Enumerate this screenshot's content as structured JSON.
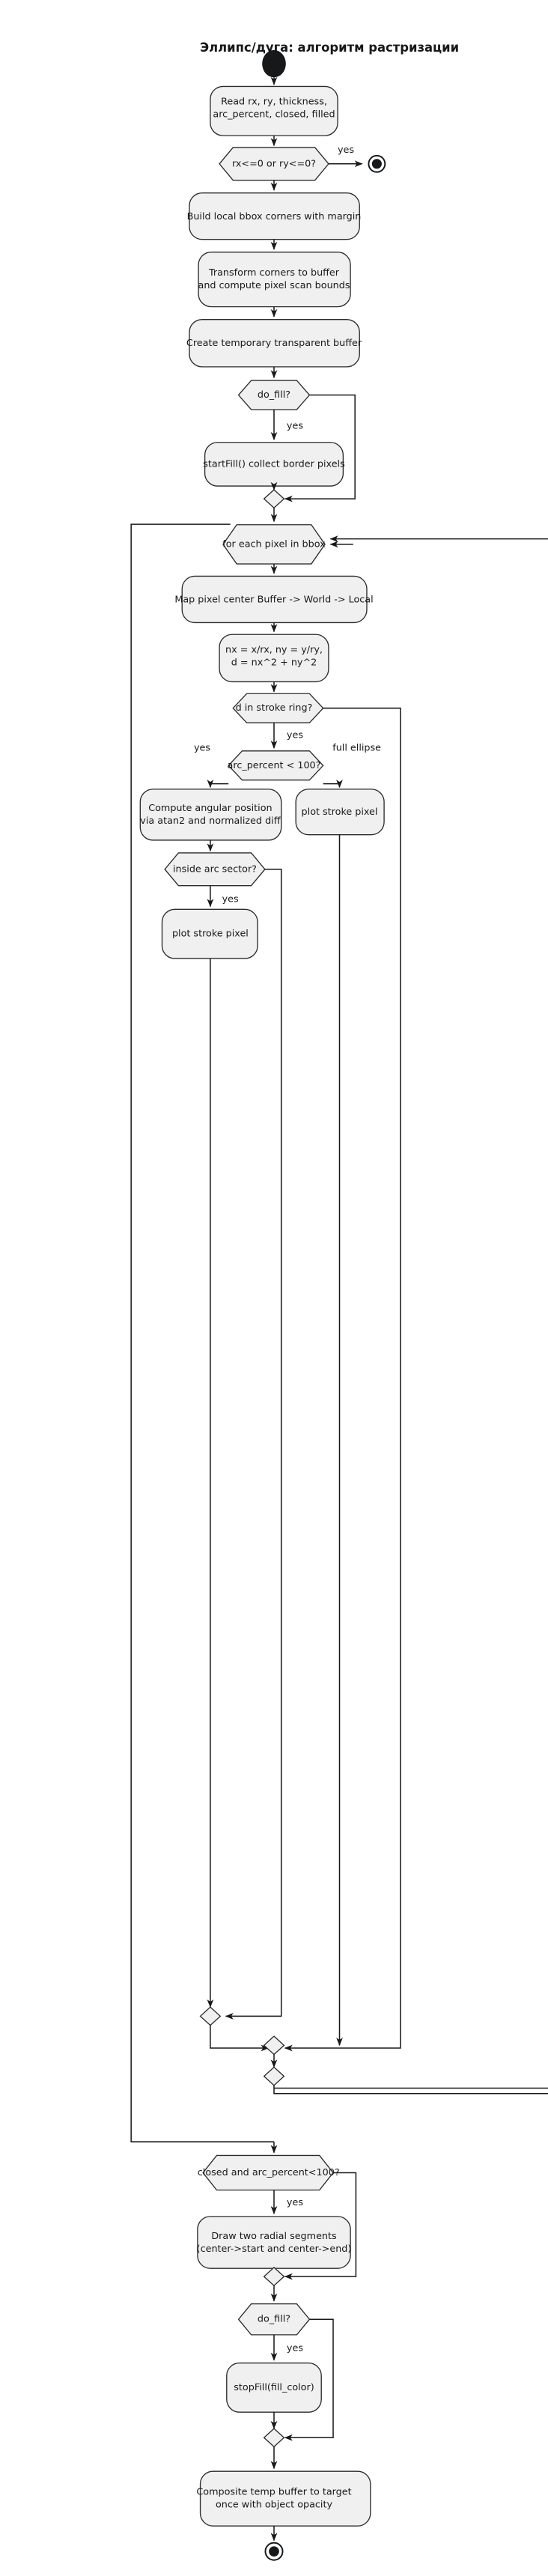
{
  "diagram": {
    "title": "Эллипс/дуга: алгоритм растризации",
    "type": "flowchart",
    "language": "ru-en-mixed",
    "colors": {
      "node_fill": "#f0f0f0",
      "node_stroke": "#2b2b2b",
      "edge_stroke": "#17181a",
      "terminal_fill": "#17181a",
      "background": "#ffffff"
    },
    "nodes": {
      "start": {
        "kind": "start-terminal",
        "label": ""
      },
      "read_params": {
        "kind": "action",
        "line1": "Read rx, ry, thickness,",
        "line2": "arc_percent, closed, filled"
      },
      "degenerate_check": {
        "kind": "decision",
        "label": "rx<=0 or ry<=0?"
      },
      "early_end": {
        "kind": "end-terminal",
        "label": ""
      },
      "build_bbox": {
        "kind": "action",
        "line1": "Build local bbox corners with margin",
        "line2": ""
      },
      "transform_corners": {
        "kind": "action",
        "line1": "Transform corners to buffer",
        "line2": "and compute pixel scan bounds"
      },
      "create_buffer": {
        "kind": "action",
        "line1": "Create temporary transparent buffer",
        "line2": ""
      },
      "do_fill_1": {
        "kind": "decision",
        "label": "do_fill?"
      },
      "start_fill": {
        "kind": "action",
        "line1": "startFill() collect border pixels",
        "line2": ""
      },
      "merge_fill_1": {
        "kind": "merge",
        "label": ""
      },
      "loop_pixels": {
        "kind": "loop",
        "label": "for each pixel in bbox"
      },
      "map_pixel": {
        "kind": "action",
        "line1": "Map pixel center Buffer -> World -> Local",
        "line2": ""
      },
      "normalize": {
        "kind": "action",
        "line1": "nx = x/rx, ny = y/ry,",
        "line2": "d = nx^2 + ny^2"
      },
      "stroke_ring": {
        "kind": "decision",
        "label": "d in stroke ring?"
      },
      "arc_percent_check": {
        "kind": "decision",
        "label": "arc_percent < 100?"
      },
      "compute_angle": {
        "kind": "action",
        "line1": "Compute angular position",
        "line2": "via atan2 and normalized diff"
      },
      "plot_stroke_full": {
        "kind": "action",
        "line1": "plot stroke pixel",
        "line2": ""
      },
      "inside_sector": {
        "kind": "decision",
        "label": "inside arc sector?"
      },
      "plot_stroke_arc": {
        "kind": "action",
        "line1": "plot stroke pixel",
        "line2": ""
      },
      "merge_sector": {
        "kind": "merge",
        "label": ""
      },
      "merge_arc": {
        "kind": "merge",
        "label": ""
      },
      "merge_ring": {
        "kind": "merge",
        "label": ""
      },
      "closed_check": {
        "kind": "decision",
        "label": "closed and arc_percent<100?"
      },
      "radial_segments": {
        "kind": "action",
        "line1": "Draw two radial segments",
        "line2": "(center->start and center->end)"
      },
      "merge_closed": {
        "kind": "merge",
        "label": ""
      },
      "do_fill_2": {
        "kind": "decision",
        "label": "do_fill?"
      },
      "stop_fill": {
        "kind": "action",
        "line1": "stopFill(fill_color)",
        "line2": ""
      },
      "merge_fill_2": {
        "kind": "merge",
        "label": ""
      },
      "composite": {
        "kind": "action",
        "line1": "Composite temp buffer to target",
        "line2": "once with object opacity"
      },
      "final_end": {
        "kind": "end-terminal",
        "label": ""
      }
    },
    "edge_labels": {
      "degenerate_yes": "yes",
      "do_fill_1_yes": "yes",
      "stroke_ring_yes": "yes",
      "arc_percent_yes": "yes",
      "arc_percent_full": "full ellipse",
      "inside_sector_yes": "yes",
      "closed_yes": "yes",
      "do_fill_2_yes": "yes"
    }
  }
}
